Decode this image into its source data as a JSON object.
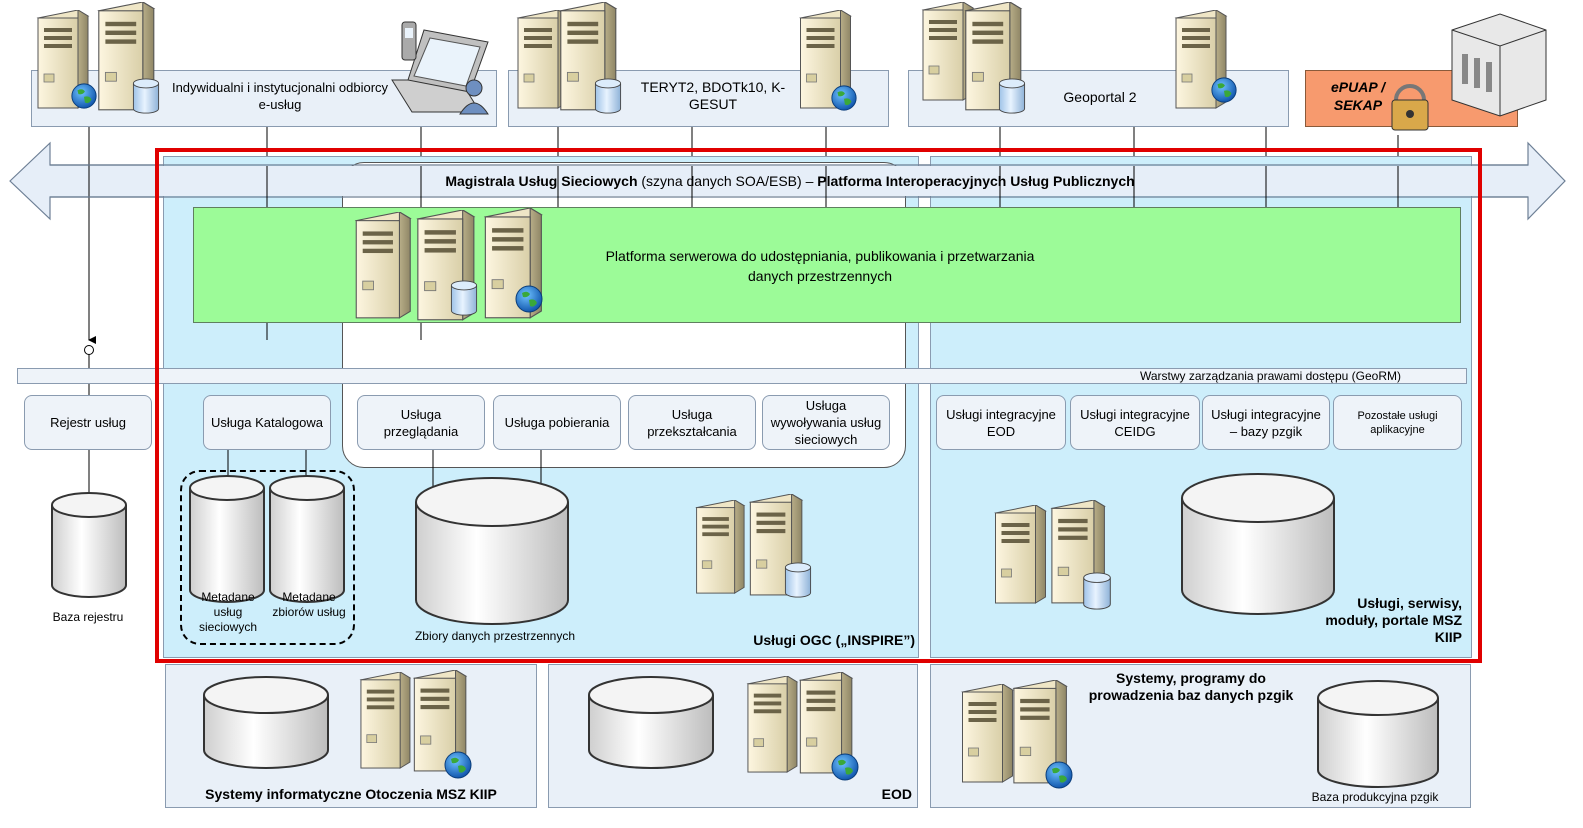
{
  "top": {
    "recipients": "Indywidualni i instytucjonalni odbiorcy e-usług",
    "teryt": "TERYT2, BDOTk10, K-GESUT",
    "geoportal": "Geoportal 2",
    "epuap_line1": "ePUAP /",
    "epuap_line2": "SEKAP"
  },
  "bus": {
    "title_bold": "Magistrala Usług Sieciowych",
    "title_mid": " (szyna danych SOA/ESB) – ",
    "title_bold2": "Platforma Interoperacyjnych Usług Publicznych"
  },
  "platform": {
    "line1": "Platforma serwerowa do udostępniania, publikowania i przetwarzania",
    "line2": "danych przestrzennych"
  },
  "georm": "Warstwy zarządzania prawami dostępu (GeoRM)",
  "services": {
    "registry": "Rejestr usług",
    "catalog": "Usługa Katalogowa",
    "view": "Usługa przeglądania",
    "download": "Usługa pobierania",
    "transform": "Usługa przekształcania",
    "invoke": "Usługa wywoływania usług sieciowych",
    "eod": "Usługi integracyjne EOD",
    "ceidg": "Usługi integracyjne CEIDG",
    "pzgik": "Usługi integracyjne – bazy pzgik",
    "other": "Pozostałe usługi aplikacyjne"
  },
  "labels": {
    "registry_db": "Baza rejestru",
    "meta_services": "Metadane usług sieciowych",
    "meta_sets": "Metadane zbiorów usług",
    "spatial_sets": "Zbiory danych przestrzennych",
    "ogc": "Usługi OGC („INSPIRE”)",
    "msz": "Usługi, serwisy, moduły, portale MSZ KIIP",
    "env_systems": "Systemy informatyczne Otoczenia MSZ KIIP",
    "eod_label": "EOD",
    "pzgik_systems": "Systemy, programy do prowadzenia baz danych pzgik",
    "prod_db": "Baza produkcyjna pzgik"
  }
}
